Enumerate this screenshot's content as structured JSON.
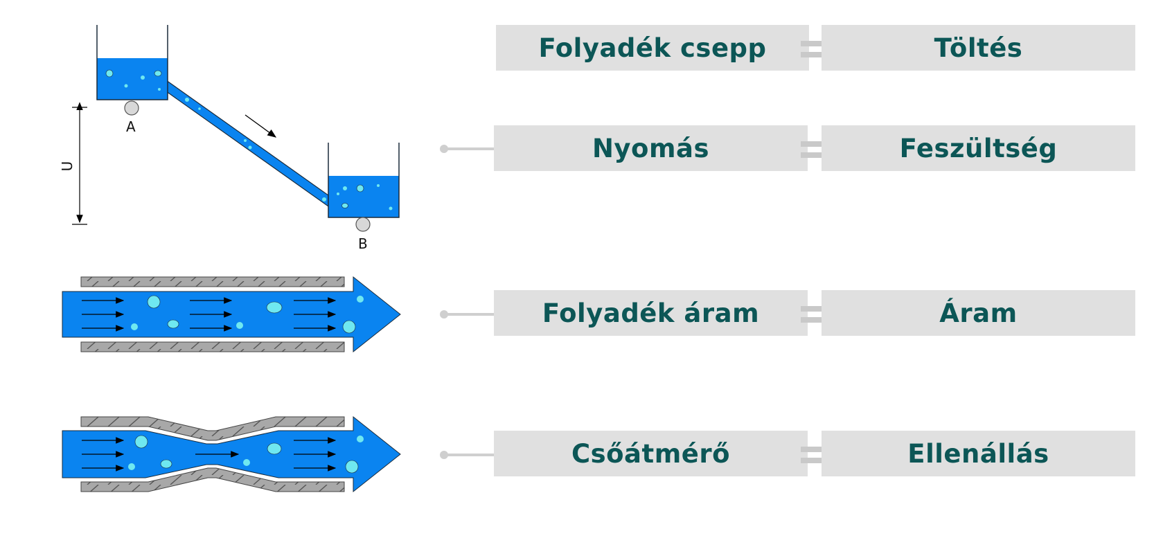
{
  "diagram": {
    "point_a": "A",
    "point_b": "B",
    "height_label": "U"
  },
  "rows": [
    {
      "left": "Folyadék csepp",
      "right": "Töltés"
    },
    {
      "left": "Nyomás",
      "right": "Feszültség"
    },
    {
      "left": "Folyadék áram",
      "right": "Áram"
    },
    {
      "left": "Csőátmérő",
      "right": "Ellenállás"
    }
  ],
  "colors": {
    "water": "#0a84f0",
    "bubble": "#6fe8f0",
    "pipe_wall": "#a8a8a8",
    "box_bg": "#e0e0e0",
    "box_text": "#0c5656",
    "connector": "#cfcfcf"
  },
  "icons": [
    "water-tank-icon",
    "flow-arrow-icon",
    "pipe-icon",
    "equals-icon"
  ]
}
